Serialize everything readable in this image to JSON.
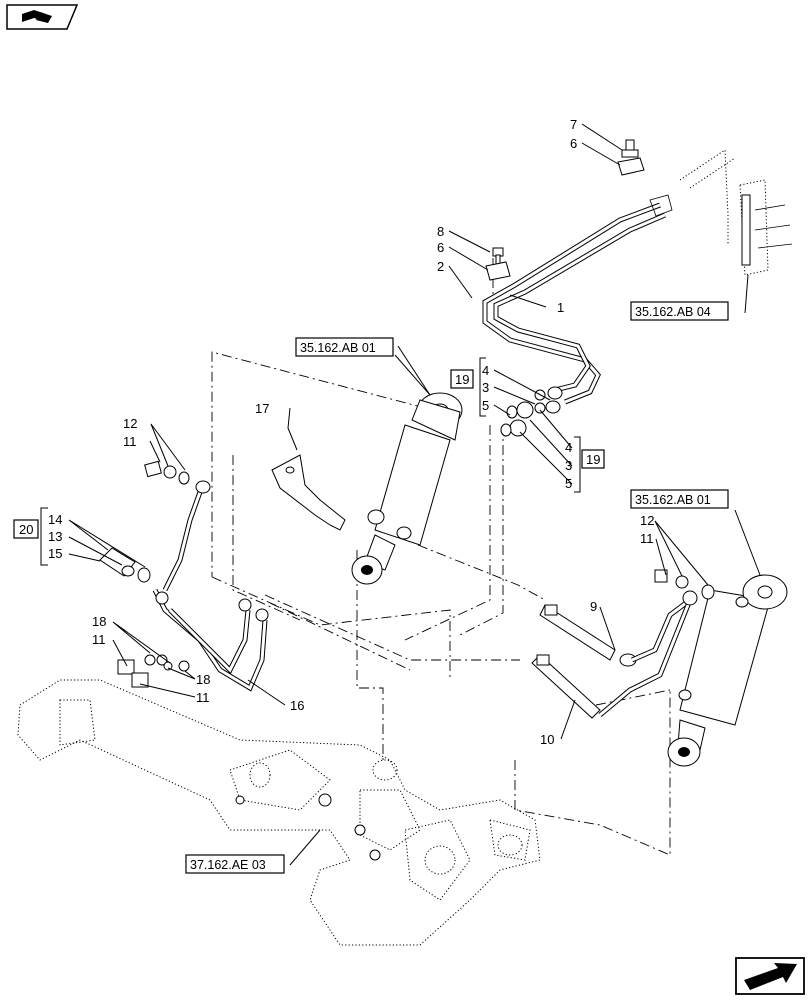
{
  "callouts": {
    "n1": "1",
    "n2": "2",
    "n3a": "3",
    "n3b": "3",
    "n4a": "4",
    "n4b": "4",
    "n5a": "5",
    "n5b": "5",
    "n6a": "6",
    "n6b": "6",
    "n7": "7",
    "n8": "8",
    "n9": "9",
    "n10": "10",
    "n11a": "11",
    "n11b": "11",
    "n11c": "11",
    "n11d": "11",
    "n12a": "12",
    "n12b": "12",
    "n13": "13",
    "n14": "14",
    "n15": "15",
    "n16": "16",
    "n17": "17",
    "n18a": "18",
    "n18b": "18"
  },
  "kits": {
    "k19a": "19",
    "k19b": "19",
    "k20": "20"
  },
  "references": {
    "ab04": "35.162.AB 04",
    "ab01_left": "35.162.AB 01",
    "ab01_right": "35.162.AB 01",
    "ae03": "37.162.AE 03"
  },
  "icons": {
    "top_left": "book-page-icon",
    "bottom_right": "next-page-arrow-icon"
  }
}
